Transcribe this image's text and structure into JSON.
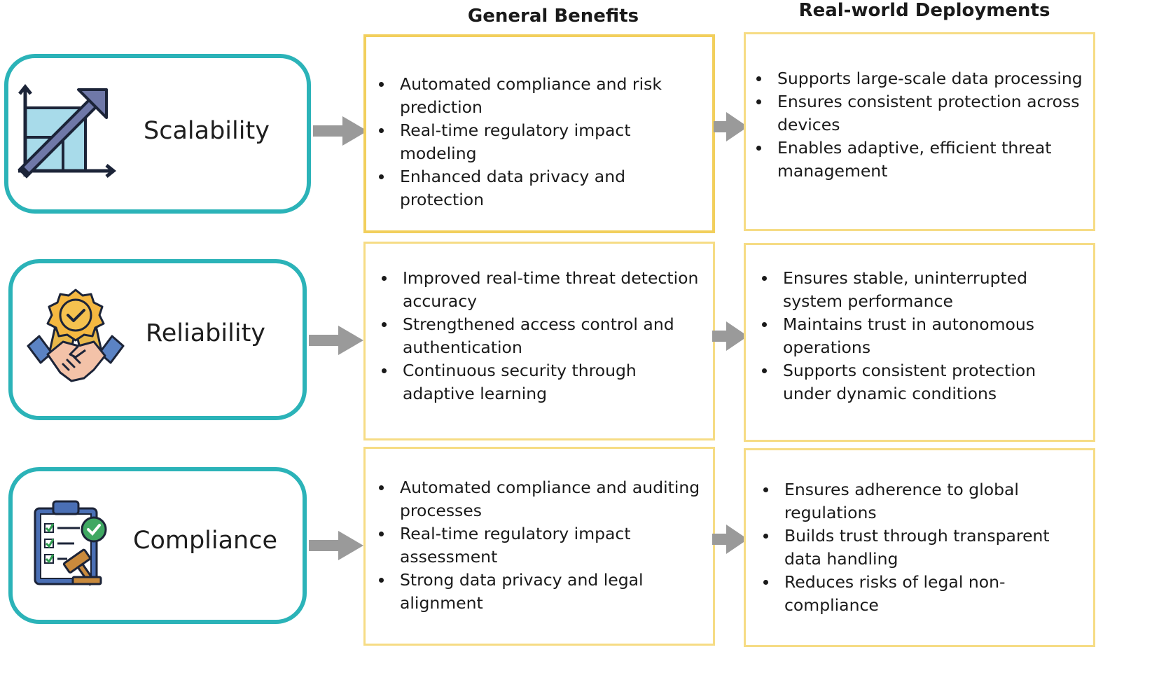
{
  "headers": {
    "general": "General Benefits",
    "deployments": "Real-world Deployments"
  },
  "rows": [
    {
      "label": "Scalability",
      "icon": "growth-chart-icon",
      "benefits": [
        "Automated compliance and risk prediction",
        "Real-time regulatory impact modeling",
        "Enhanced data privacy and protection"
      ],
      "deployments": [
        "Supports large-scale data processing",
        "Ensures consistent protection across devices",
        "Enables adaptive, efficient threat management"
      ]
    },
    {
      "label": "Reliability",
      "icon": "handshake-badge-icon",
      "benefits": [
        "Improved real-time threat detection accuracy",
        "Strengthened access control and authentication",
        "Continuous security through adaptive learning"
      ],
      "deployments": [
        "Ensures stable, uninterrupted system performance",
        "Maintains trust in autonomous operations",
        "Supports consistent protection under dynamic conditions"
      ]
    },
    {
      "label": "Compliance",
      "icon": "clipboard-gavel-icon",
      "benefits": [
        "Automated compliance and auditing processes",
        "Real-time regulatory impact assessment",
        "Strong data privacy and legal alignment"
      ],
      "deployments": [
        "Ensures adherence to global regulations",
        "Builds trust through transparent data handling",
        "Reduces risks of legal non-compliance"
      ]
    }
  ],
  "colors": {
    "category_border": "#2bb3b8",
    "panel_border": "#f6dc85",
    "arrow": "#9a9a9a"
  }
}
